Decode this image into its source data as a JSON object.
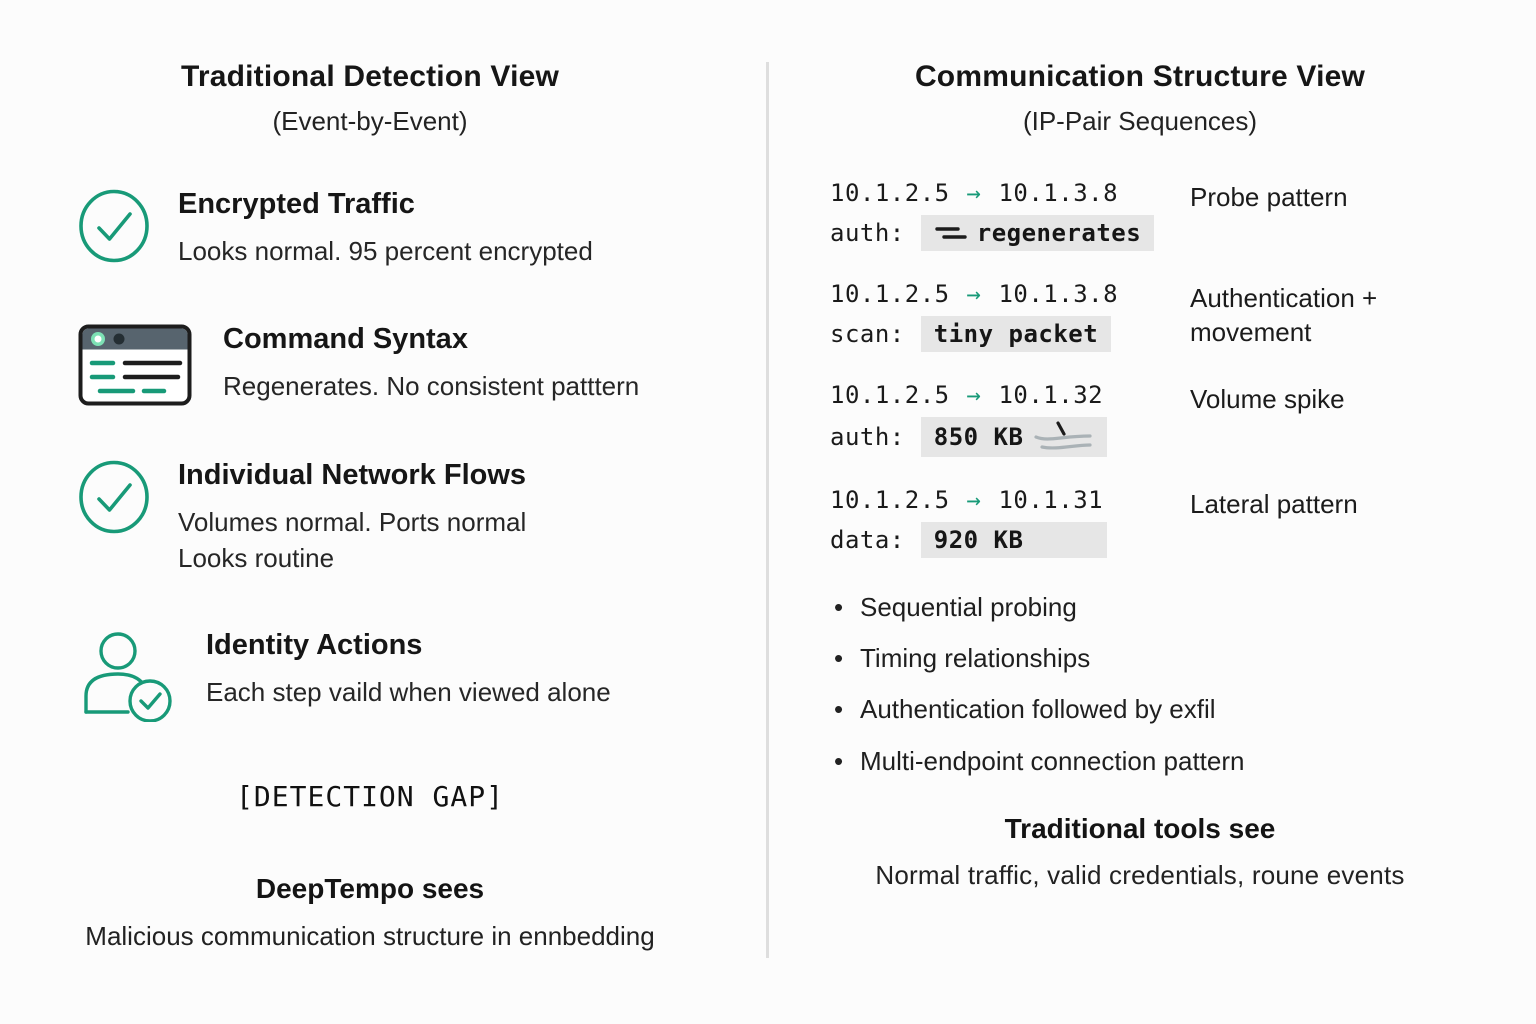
{
  "colors": {
    "background": "#fcfcfc",
    "accent_green": "#189a78",
    "value_box_bg": "#e6e6e6",
    "divider": "#dedede",
    "terminal_header": "#57646e",
    "text": "#1c1c1c"
  },
  "left": {
    "title": "Traditional Detection View",
    "subtitle": "(Event-by-Event)",
    "items": [
      {
        "icon": "check-circle-icon",
        "heading": "Encrypted Traffic",
        "line1": "Looks normal. 95 percent encrypted",
        "line2": ""
      },
      {
        "icon": "terminal-window-icon",
        "heading": "Command Syntax",
        "line1": "Regenerates. No consistent patttern",
        "line2": ""
      },
      {
        "icon": "check-circle-icon",
        "heading": "Individual Network Flows",
        "line1": "Volumes normal. Ports normal",
        "line2": "Looks routine"
      },
      {
        "icon": "user-check-icon",
        "heading": "Identity Actions",
        "line1": "Each step vaild when viewed alone",
        "line2": ""
      }
    ],
    "gap_label": "[DETECTION GAP]",
    "footer_heading": "DeepTempo sees",
    "footer_text": "Malicious communication structure in ennbedding"
  },
  "right": {
    "title": "Communication Structure View",
    "subtitle": "(IP-Pair Sequences)",
    "pairs": [
      {
        "src": "10.1.2.5",
        "arrow": "→",
        "dst": "10.1.3.8",
        "key": "auth:",
        "value": "regenerates",
        "value_icon": "lines-icon",
        "label": "Probe pattern"
      },
      {
        "src": "10.1.2.5",
        "arrow": "→",
        "dst": "10.1.3.8",
        "key": "scan:",
        "value": "tiny packet",
        "value_icon": "",
        "label": "Authentication + movement"
      },
      {
        "src": "10.1.2.5",
        "arrow": "→",
        "dst": "10.1.32",
        "key": "auth:",
        "value": "850 KB",
        "value_icon": "spike-icon",
        "label": "Volume spike"
      },
      {
        "src": "10.1.2.5",
        "arrow": "→",
        "dst": "10.1.31",
        "key": "data:",
        "value": "920 KB",
        "value_icon": "",
        "label": "Lateral pattern"
      }
    ],
    "bullets": [
      "Sequential probing",
      "Timing relationships",
      "Authentication followed by exfil",
      "Multi-endpoint connection pattern"
    ],
    "bullet_glyph": "•",
    "footer_heading": "Traditional tools see",
    "footer_text": "Normal traffic, valid credentials, roune events"
  }
}
